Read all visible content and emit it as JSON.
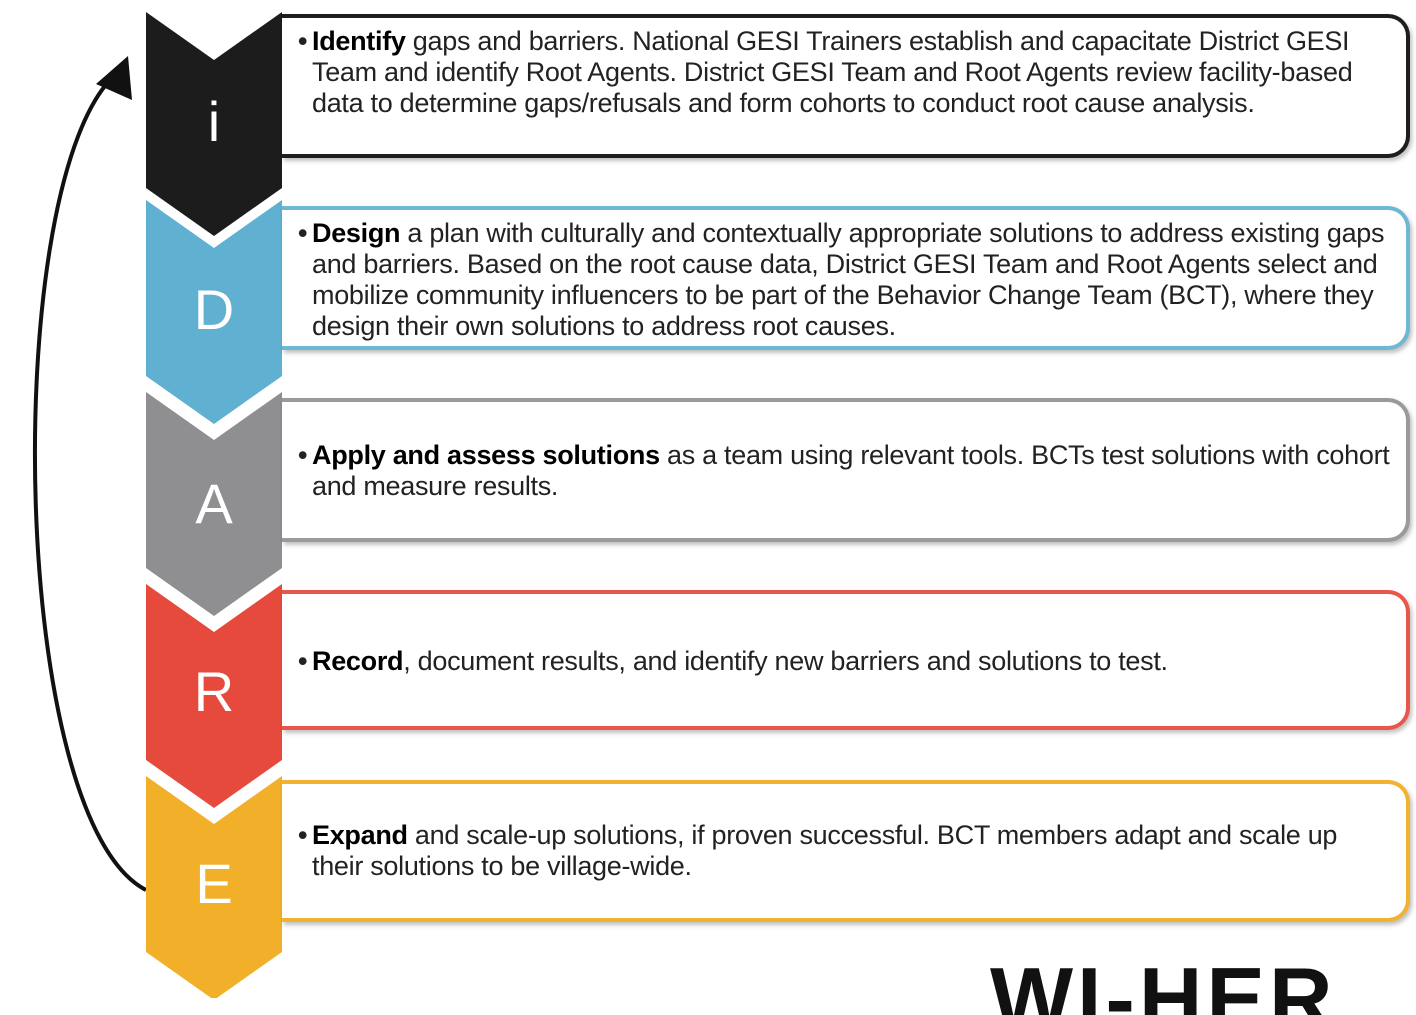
{
  "steps": [
    {
      "letter": "i",
      "color": "#1c1c1c",
      "border_color": "#1e1e1e",
      "keyword": "Identify",
      "text": " gaps and barriers. National GESI Trainers establish and capacitate District GESI Team and identify Root Agents. District GESI Team and Root Agents review facility-based data to determine gaps/refusals and form cohorts to conduct root cause analysis."
    },
    {
      "letter": "D",
      "color": "#5fb0d1",
      "border_color": "#6fb8d4",
      "keyword": "Design",
      "text": " a plan with culturally  and contextually  appropriate solutions to address existing gaps and barriers. Based on the root cause data, District GESI Team and Root Agents select and mobilize community  influencers to be part of the Behavior Change Team (BCT), where they design their own solutions to address root causes."
    },
    {
      "letter": "A",
      "color": "#8f8f91",
      "border_color": "#9a9a9c",
      "keyword": "Apply and assess solutions",
      "text": " as a team using relevant  tools. BCTs test solutions with cohort and measure results."
    },
    {
      "letter": "R",
      "color": "#e64a3c",
      "border_color": "#e8584a",
      "keyword": "Record",
      "text": ", document results,  and identify new barriers and solutions to test."
    },
    {
      "letter": "E",
      "color": "#f2b02a",
      "border_color": "#f0b230",
      "keyword": "Expand",
      "text": " and scale-up solutions,  if proven successful.  BCT members adapt and scale up their solutions to be village-wide."
    }
  ],
  "bullet": "•",
  "logo_text": "WI-HER"
}
